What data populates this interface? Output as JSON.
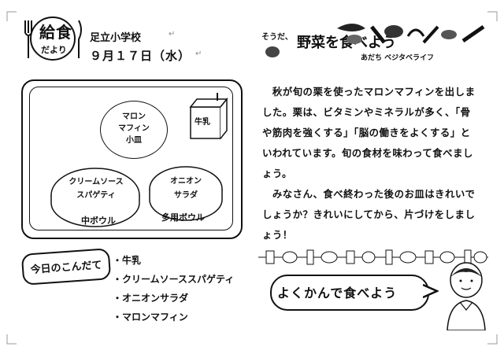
{
  "header": {
    "logo_main": "給食",
    "logo_sub": "だより",
    "school": "足立小学校",
    "date": "９月１７日（水）"
  },
  "veg_banner": {
    "left_text": "そうだ、",
    "main_text": "野菜を食べよう",
    "subtitle": "あだち ベジタベライフ"
  },
  "tray": {
    "plate_small": [
      "マロン",
      "マフィン",
      "小皿"
    ],
    "milk": "牛乳",
    "bowl_left_text": [
      "クリームソース",
      "スパゲティ"
    ],
    "bowl_left_label": "中ボウル",
    "bowl_right_text": [
      "オニオン",
      "サラダ"
    ],
    "bowl_right_label": "多用ボウル"
  },
  "menu": {
    "title": "今日のこんだて",
    "items": [
      "・牛乳",
      "・クリームソーススパゲティ",
      "・オニオンサラダ",
      "・マロンマフィン"
    ]
  },
  "article": {
    "p1": "　秋が旬の栗を使ったマロンマフィンを出しました。栗は、ビタミンやミネラルが多く、「骨や筋肉を強くする」「脳の働きをよくする」といわれています。旬の食材を味わって食べましょう。",
    "p2": "　みなさん、食べ終わった後のお皿はきれいでしょうか？きれいにしてから、片づけをしましょう！"
  },
  "badge": {
    "text": "よくかんで食べよう"
  }
}
